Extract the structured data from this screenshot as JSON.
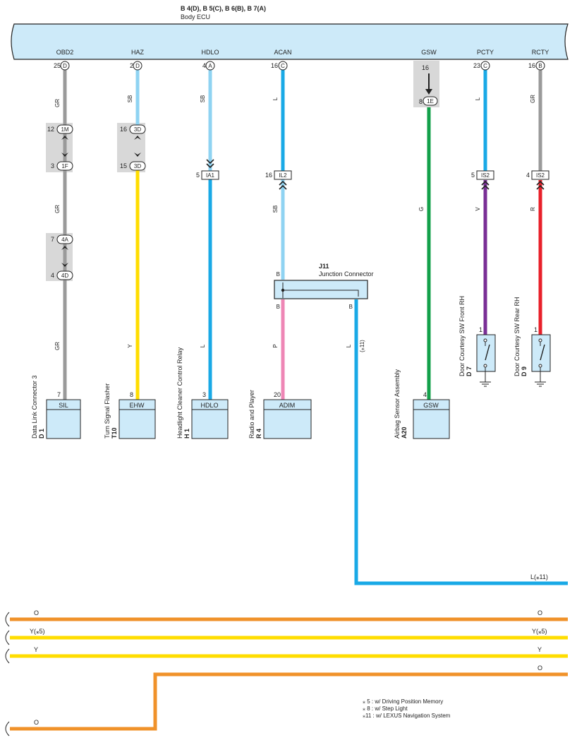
{
  "ecu": {
    "connectors": "B 4(D), B 5(C), B 6(B), B 7(A)",
    "name": "Body ECU",
    "pins": [
      {
        "label": "OBD2",
        "pin": "25",
        "conn": "D"
      },
      {
        "label": "HAZ",
        "pin": "2",
        "conn": "D"
      },
      {
        "label": "HDLO",
        "pin": "4",
        "conn": "A"
      },
      {
        "label": "ACAN",
        "pin": "16",
        "conn": "C"
      },
      {
        "label": "GSW",
        "pin": "16",
        "conn": ""
      },
      {
        "label": "PCTY",
        "pin": "23",
        "conn": "C"
      },
      {
        "label": "RCTY",
        "pin": "16",
        "conn": "B"
      }
    ]
  },
  "wires": {
    "obd2": [
      "GR",
      "GR",
      "GR"
    ],
    "haz": [
      "SB",
      "Y"
    ],
    "hdlo": [
      "SB",
      "L"
    ],
    "acan": [
      "L",
      "SB",
      "B",
      "B",
      "P",
      "B",
      "L",
      "(⁎11)"
    ],
    "gsw": [
      "G"
    ],
    "pcty": [
      "L",
      "V"
    ],
    "rcty": [
      "GR",
      "R"
    ]
  },
  "inline_connectors": [
    {
      "pin": "12",
      "id": "1M"
    },
    {
      "pin": "3",
      "id": "1F"
    },
    {
      "pin": "16",
      "id": "3D"
    },
    {
      "pin": "15",
      "id": "3D"
    },
    {
      "pin": "7",
      "id": "4A"
    },
    {
      "pin": "4",
      "id": "4D"
    },
    {
      "pin": "5",
      "id": "IA1"
    },
    {
      "pin": "16",
      "id": "IL2"
    },
    {
      "pin": "8",
      "id": "1E"
    },
    {
      "pin": "5",
      "id": "IS2"
    },
    {
      "pin": "4",
      "id": "IS2"
    }
  ],
  "junction": {
    "id": "J11",
    "name": "Junction Connector"
  },
  "components": [
    {
      "id": "D 1",
      "name": "Data Link Connector 3",
      "pin": "7",
      "terminal": "SIL"
    },
    {
      "id": "T10",
      "name": "Turn Signal Flasher",
      "pin": "8",
      "terminal": "EHW"
    },
    {
      "id": "H 1",
      "name": "Headlight Cleaner Control Relay",
      "pin": "3",
      "terminal": "HDLO"
    },
    {
      "id": "R 4",
      "name": "Radio and Player",
      "pin": "20",
      "terminal": "ADIM"
    },
    {
      "id": "A20",
      "name": "Airbag Sensor Assembly",
      "pin": "4",
      "terminal": "GSW"
    }
  ],
  "switches": [
    {
      "id": "D 7",
      "name": "Door Courtesy SW Front RH",
      "pin": "1"
    },
    {
      "id": "D 9",
      "name": "Door Courtesy SW Rear RH",
      "pin": "1"
    }
  ],
  "bottom_wires": [
    {
      "left": "O",
      "right": "O",
      "color": "#f0922a"
    },
    {
      "left": "Y(⁎5)",
      "right": "Y(⁎5)",
      "color": "#ffdd00"
    },
    {
      "left": "Y",
      "right": "Y",
      "color": "#ffdd00"
    },
    {
      "left": "O",
      "right": "O",
      "color": "#f0922a"
    }
  ],
  "route_label": "L(⁎11)",
  "notes": [
    "⁎ 5 : w/ Driving Position Memory",
    "⁎ 8 : w/ Step Light",
    "⁎11 : w/ LEXUS Navigation System"
  ],
  "colors": {
    "gray": "#9a9a9a",
    "lightblue": "#8fd3f2",
    "blue": "#19a9e6",
    "yellow": "#ffdd00",
    "green": "#13a04a",
    "violet": "#7a2f96",
    "red": "#e8202a",
    "pink": "#ee86b5",
    "orange": "#f0922a",
    "ecu_fill": "#cdeaf9",
    "box_fill": "#cdeaf9",
    "shade": "#d8d8d8"
  }
}
